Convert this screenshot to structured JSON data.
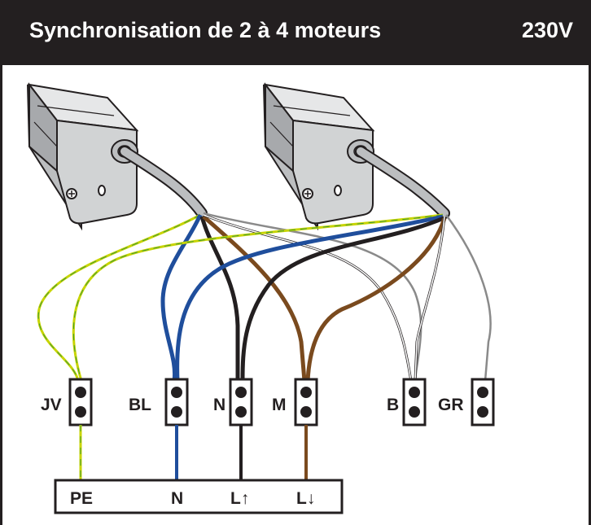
{
  "header": {
    "title": "Synchronisation de 2 à 4 moteurs",
    "voltage": "230V"
  },
  "terminals": [
    {
      "id": "jv",
      "label": "JV",
      "wire_color": "#c8d400"
    },
    {
      "id": "bl",
      "label": "BL",
      "wire_color": "#1f4e9c"
    },
    {
      "id": "n",
      "label": "N",
      "wire_color": "#231f20"
    },
    {
      "id": "m",
      "label": "M",
      "wire_color": "#7a4a1e"
    },
    {
      "id": "b",
      "label": "B",
      "wire_color": "#ffffff"
    },
    {
      "id": "gr",
      "label": "GR",
      "wire_color": "#8a8a8a"
    }
  ],
  "supply": {
    "pe": "PE",
    "n": "N",
    "l_up": "L↑",
    "l_down": "L↓"
  },
  "colors": {
    "yellow_green": "#c8d400",
    "green": "#3a9a3a",
    "blue": "#1f4e9c",
    "black": "#231f20",
    "brown": "#7a4a1e",
    "grey": "#8a8a8a",
    "motor_body": "#d6d7d9",
    "header_bg": "#231f20"
  },
  "icons": [
    "motor-left",
    "motor-right",
    "screw-terminal"
  ]
}
